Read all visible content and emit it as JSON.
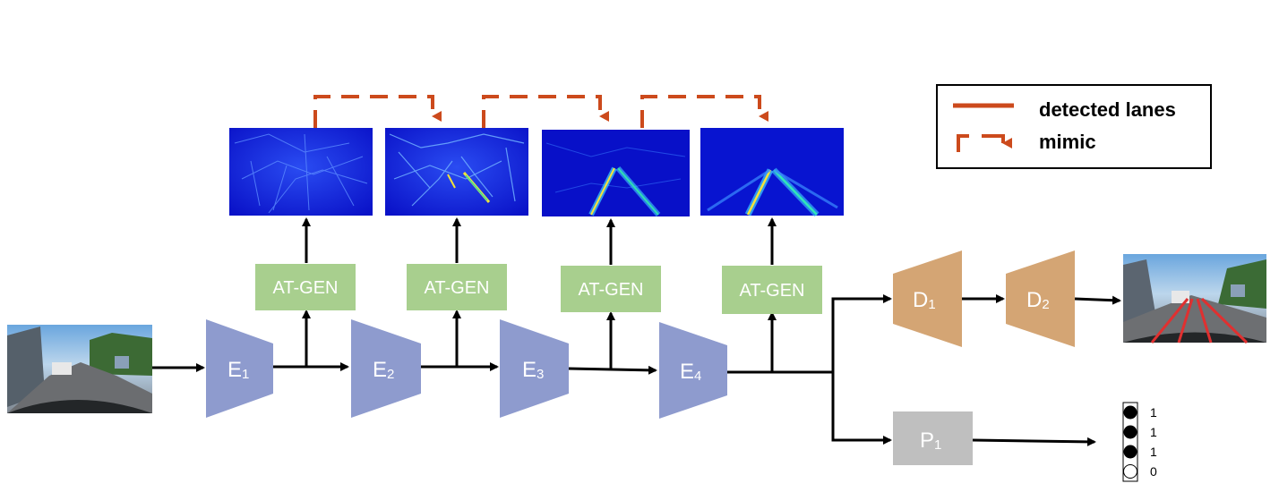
{
  "legend": {
    "detected_lanes": "detected lanes",
    "mimic": "mimic"
  },
  "encoders": [
    {
      "main": "E",
      "sub": "1"
    },
    {
      "main": "E",
      "sub": "2"
    },
    {
      "main": "E",
      "sub": "3"
    },
    {
      "main": "E",
      "sub": "4"
    }
  ],
  "atgen": [
    "AT-GEN",
    "AT-GEN",
    "AT-GEN",
    "AT-GEN"
  ],
  "decoders": [
    {
      "main": "D",
      "sub": "1"
    },
    {
      "main": "D",
      "sub": "2"
    }
  ],
  "predictor": {
    "main": "P",
    "sub": "1"
  },
  "lane_existence": [
    "1",
    "1",
    "1",
    "0"
  ],
  "colors": {
    "encoder": "#8e9bce",
    "atgen": "#a8cf8e",
    "decoder": "#d4a574",
    "predictor": "#bfbfbf",
    "mimic": "#cc4a1c",
    "lane": "#cc4a1c",
    "arrow": "#000000",
    "heatmap_bg": "#0a14d8"
  }
}
